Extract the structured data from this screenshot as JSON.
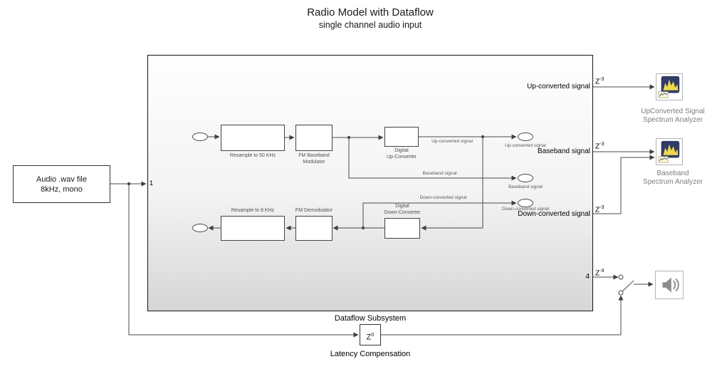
{
  "title": {
    "main": "Radio Model with Dataflow",
    "sub": "single channel audio input"
  },
  "audio_source": {
    "line1": "Audio .wav file",
    "line2": "8kHz, mono"
  },
  "subsystem": {
    "name": "Dataflow Subsystem",
    "inport_number": "1",
    "port4_number": "4",
    "blocks": {
      "resample50": "Resample to 50 KHz",
      "fm_mod_line1": "FM Baseband",
      "fm_mod_line2": "Modulator",
      "duc_line1": "Digital",
      "duc_line2": "Up-Converter",
      "resample8": "Resample to 8 KHz",
      "fm_demod": "FM Demodulator",
      "ddc_line1": "Digital",
      "ddc_line2": "Down-Converter"
    },
    "signals": {
      "up_converted": "Up-converted signal",
      "baseband": "Baseband signal",
      "down_converted": "Down-converted signal"
    }
  },
  "delay": {
    "base": "Z",
    "exponent": "-3"
  },
  "latency_block": {
    "base": "Z",
    "exponent": "0",
    "name": "Latency Compensation"
  },
  "scopes": {
    "upconverted": {
      "line1": "UpConverted Signal",
      "line2": "Spectrum Analyzer"
    },
    "baseband": {
      "line1": "Baseband",
      "line2": "Spectrum Analyzer"
    }
  },
  "colors": {
    "wire": "#4a4a4a",
    "subsystem_gradient_bottom": "#d6d6d6",
    "scope_icon_background": "#333a64",
    "scope_trace_yellow": "#ecd94f"
  }
}
